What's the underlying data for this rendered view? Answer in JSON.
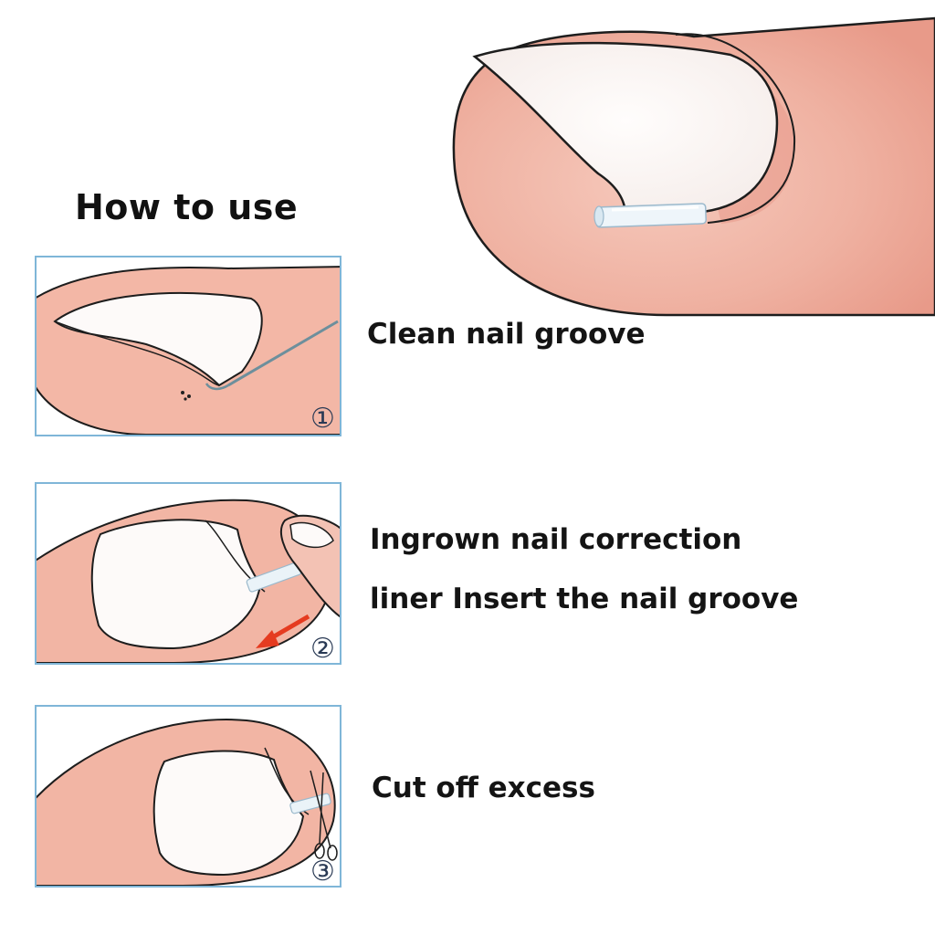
{
  "title": "How to use",
  "steps": [
    {
      "number": "①",
      "lines": [
        "Clean nail groove"
      ]
    },
    {
      "number": "②",
      "lines": [
        "Ingrown nail correction",
        "liner Insert the nail groove"
      ]
    },
    {
      "number": "③",
      "lines": [
        "Cut off excess"
      ]
    }
  ],
  "colors": {
    "skin": "#f3c1b3",
    "skin_shadow": "#e59c8d",
    "nail": "#fbf8f7",
    "outline": "#1f1f1f",
    "panel_border": "#7fb6d8",
    "arrow": "#e53b20"
  }
}
